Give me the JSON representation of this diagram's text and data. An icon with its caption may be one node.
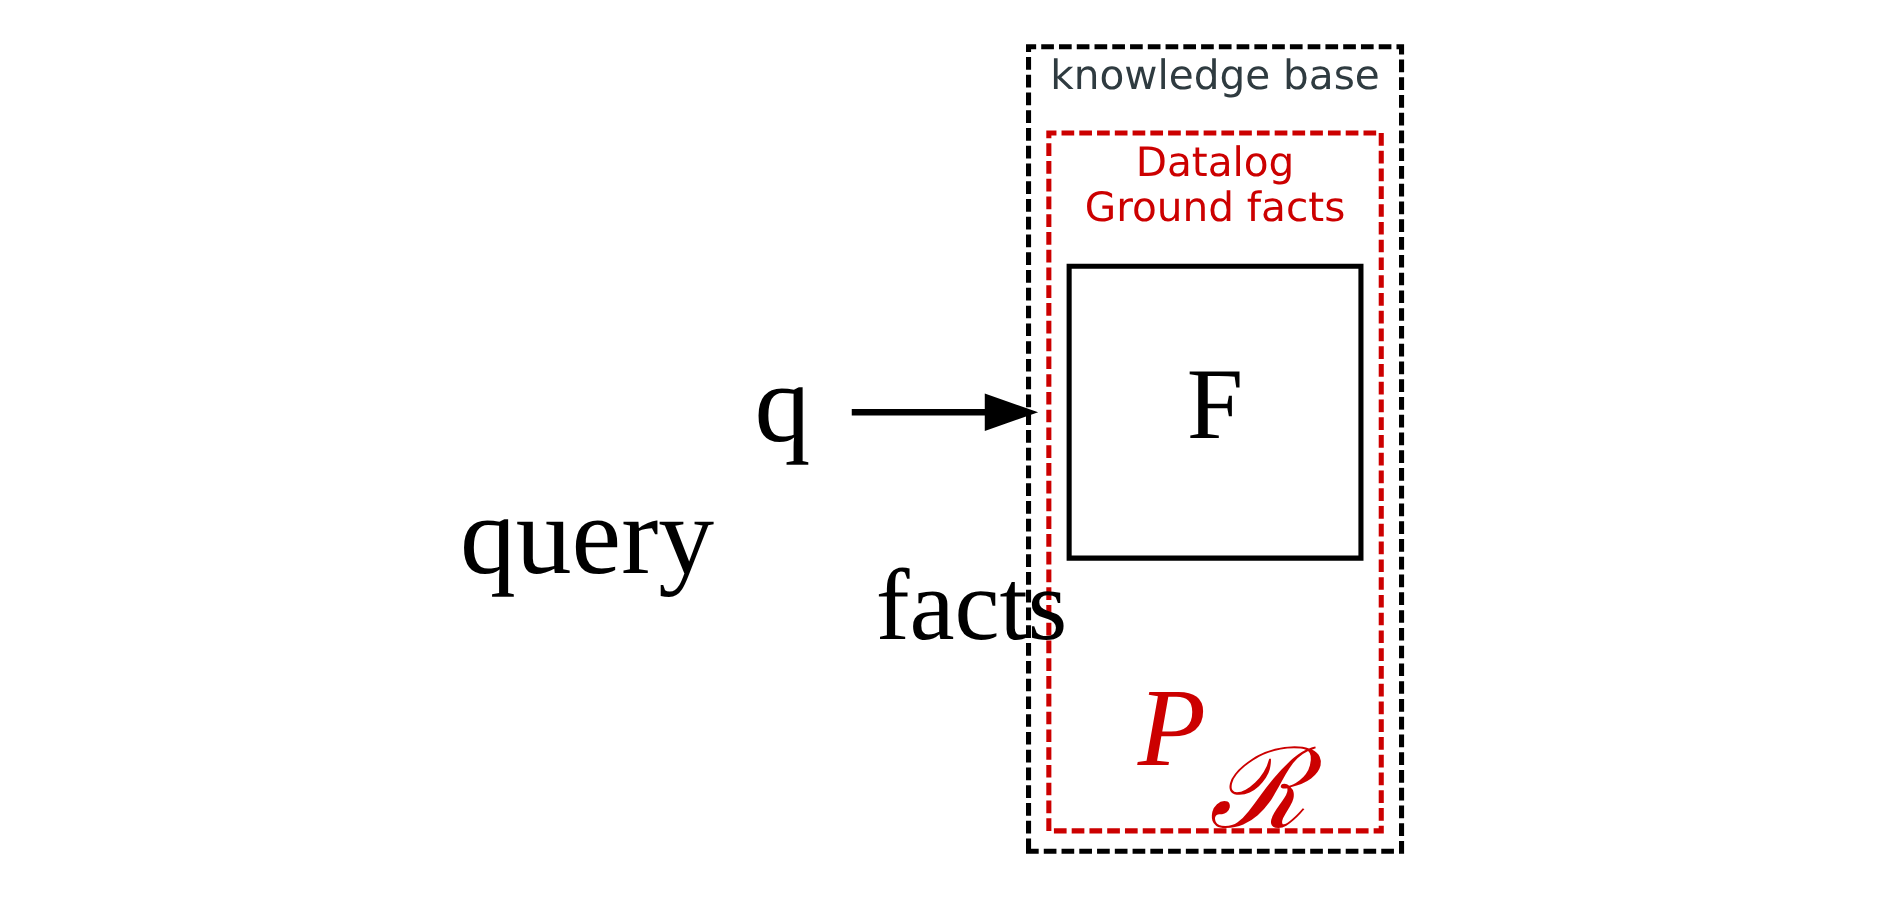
{
  "diagram": {
    "nodes": [
      {
        "text": [
          "knowledge base"
        ]
      },
      {
        "text": [
          "Datalog",
          "Ground facts"
        ],
        "in": 0
      },
      {
        "text": [
          "F"
        ],
        "in": 1,
        "beside": [
          "facts"
        ]
      },
      {
        "text": [
          "q"
        ],
        "beside": [
          "query"
        ]
      }
    ],
    "edges": [
      {
        "from": 3,
        "to": 0,
        "arrow": "to"
      }
    ],
    "labels": [
      "P$_{ℛ}$"
    ]
  }
}
